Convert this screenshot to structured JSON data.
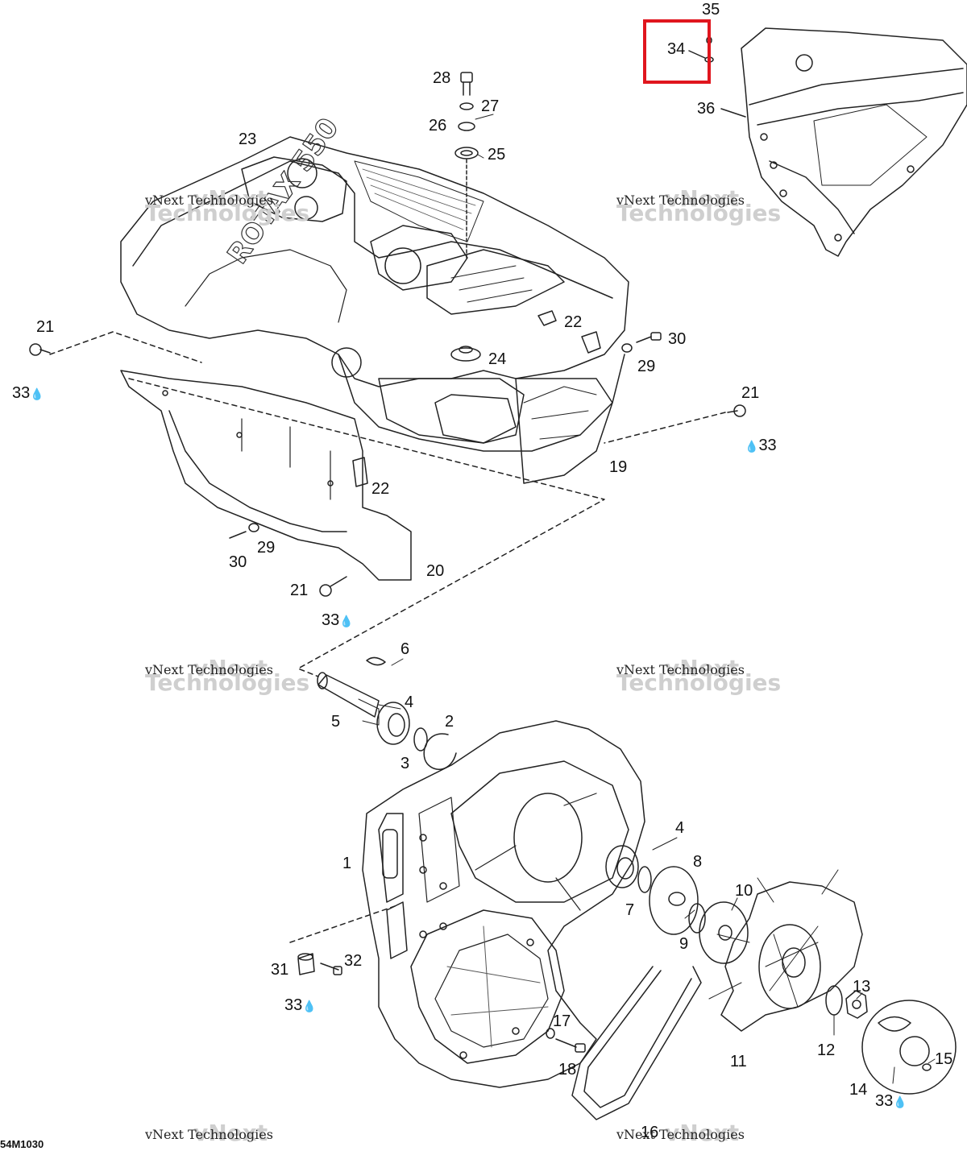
{
  "diagram_code": "54M1030",
  "watermark": {
    "brand": "vNext",
    "line1": "vNext Technologies",
    "line2": "Technologies"
  },
  "highlight": {
    "color": "#e0161e",
    "part": "34"
  },
  "callouts": {
    "p1": "1",
    "p2": "2",
    "p3": "3",
    "p4a": "4",
    "p4b": "4",
    "p5": "5",
    "p6": "6",
    "p7": "7",
    "p8": "8",
    "p9": "9",
    "p10": "10",
    "p11": "11",
    "p12": "12",
    "p13": "13",
    "p14": "14",
    "p15": "15",
    "p16": "16",
    "p17": "17",
    "p18": "18",
    "p19": "19",
    "p20": "20",
    "p21a": "21",
    "p21b": "21",
    "p21c": "21",
    "p22a": "22",
    "p22b": "22",
    "p23": "23",
    "p24": "24",
    "p25": "25",
    "p26": "26",
    "p27": "27",
    "p28": "28",
    "p29a": "29",
    "p29b": "29",
    "p30a": "30",
    "p30b": "30",
    "p31": "31",
    "p32": "32",
    "p33a": "33",
    "p33b": "33",
    "p33c": "33",
    "p33d": "33",
    "p33e": "33",
    "p34": "34",
    "p35": "35",
    "p36": "36"
  },
  "drop_icon": "loctite-drop-icon",
  "stamped_text": "ROTAX 550"
}
